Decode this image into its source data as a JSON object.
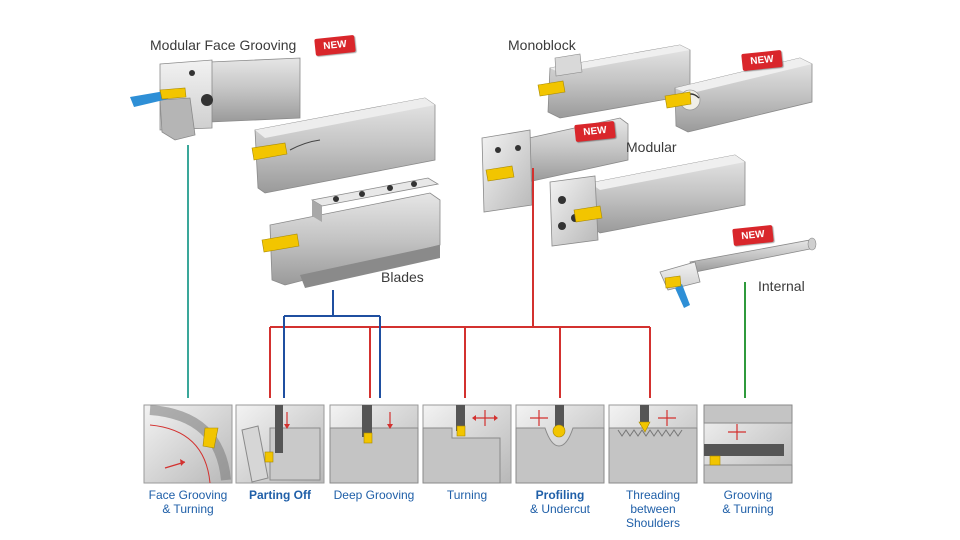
{
  "labels": {
    "modular_face_grooving": "Modular Face Grooving",
    "monoblock": "Monoblock",
    "modular": "Modular",
    "blades": "Blades",
    "internal": "Internal",
    "new_badge": "NEW"
  },
  "operations": [
    {
      "line1": "Face Grooving",
      "line2": "& Turning"
    },
    {
      "line1": "Parting Off",
      "line2": ""
    },
    {
      "line1": "Deep Grooving",
      "line2": ""
    },
    {
      "line1": "Turning",
      "line2": ""
    },
    {
      "line1": "Profiling",
      "line2": "& Undercut"
    },
    {
      "line1": "Threading",
      "line2": "between",
      "line3": "Shoulders"
    },
    {
      "line1": "Grooving",
      "line2": "& Turning"
    }
  ],
  "colors": {
    "teal_line": "#3aa79a",
    "blue_line": "#1f4fa0",
    "red_line": "#d3312f",
    "green_line": "#2f9a3c",
    "caption": "#1f5fa8",
    "insert_yellow": "#f2c500",
    "tool_steel": "#c9c9c9"
  }
}
